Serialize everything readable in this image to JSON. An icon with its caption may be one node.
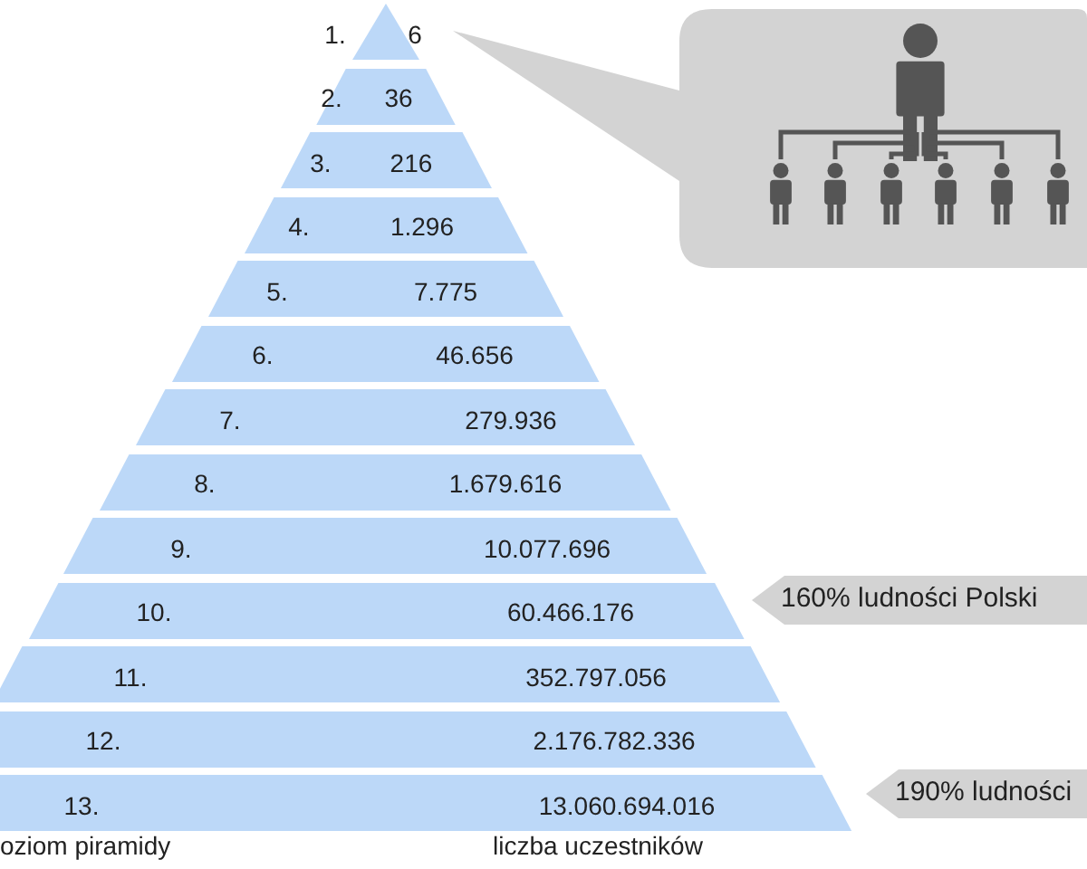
{
  "diagram": {
    "nodes": [
      {
        "text": [
          "1.",
          "6"
        ]
      },
      {
        "text": [
          "2.",
          "36"
        ]
      },
      {
        "text": [
          "3.",
          "216"
        ]
      },
      {
        "text": [
          "4.",
          "1.296"
        ]
      },
      {
        "text": [
          "5.",
          "7.775"
        ]
      },
      {
        "text": [
          "6.",
          "46.656"
        ]
      },
      {
        "text": [
          "7.",
          "279.936"
        ]
      },
      {
        "text": [
          "8.",
          "1.679.616"
        ]
      },
      {
        "text": [
          "9.",
          "10.077.696"
        ]
      },
      {
        "text": [
          "10.",
          "60.466.176"
        ]
      },
      {
        "text": [
          "11.",
          "352.797.056"
        ]
      },
      {
        "text": [
          "12.",
          "2.176.782.336"
        ]
      },
      {
        "text": [
          "13.",
          "13.060.694.016"
        ]
      },
      {
        "text": [],
        "shape": "picture"
      },
      {
        "text": [
          "160% ludności Polski"
        ]
      },
      {
        "text": [
          "190% ludności"
        ]
      }
    ],
    "labels": [
      "oziom piramidy",
      "liczba uczestników"
    ]
  }
}
